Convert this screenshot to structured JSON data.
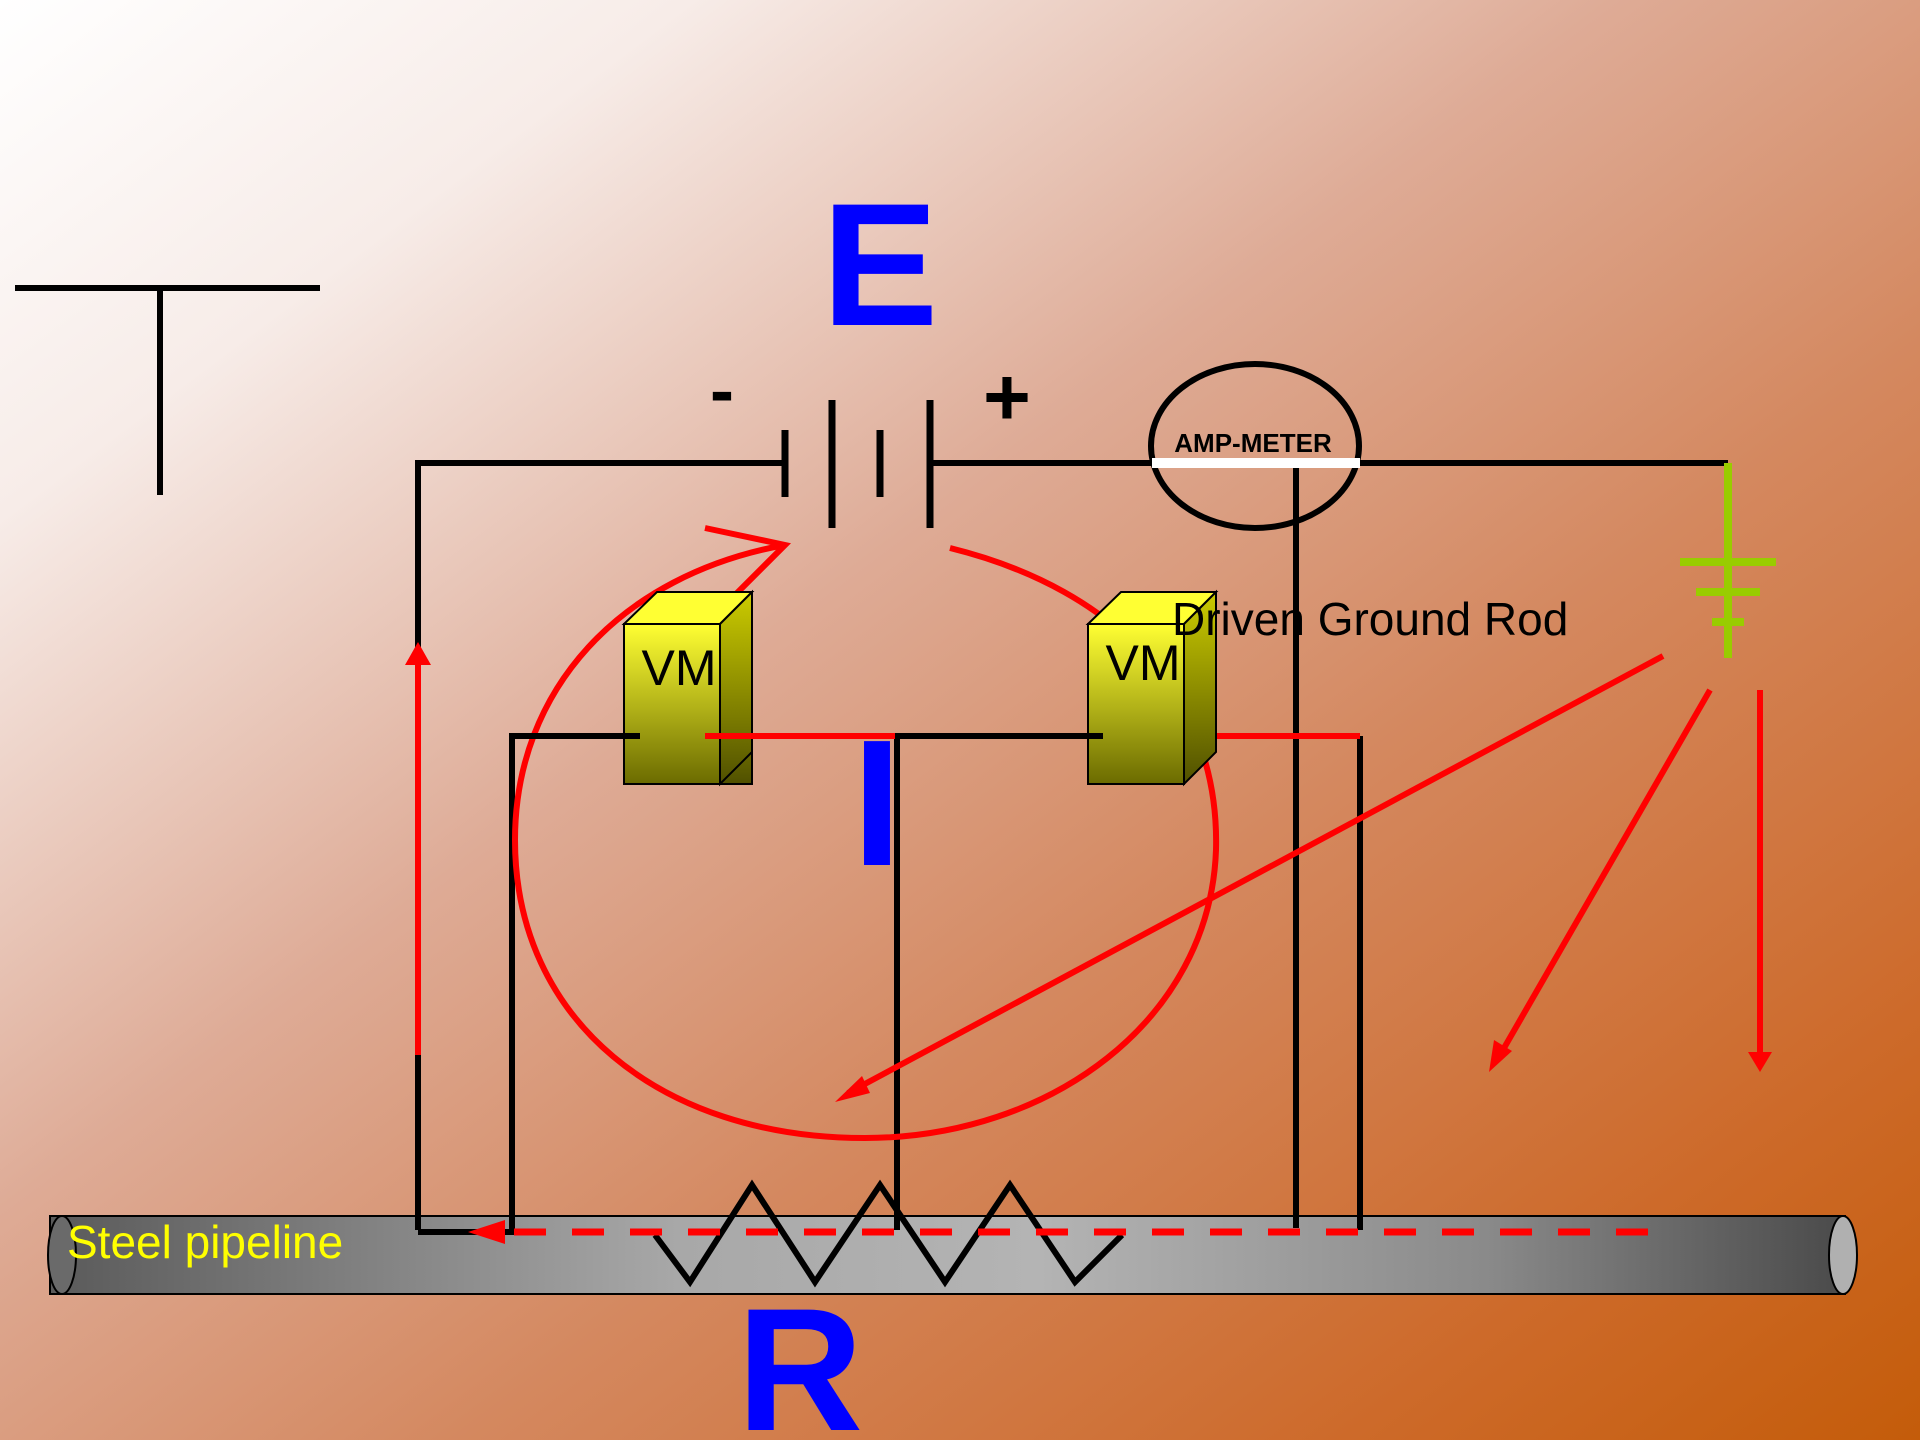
{
  "labels": {
    "emf": "E",
    "current": "I",
    "resistance": "R",
    "minus": "-",
    "plus": "+",
    "ammeter": "AMP-METER",
    "voltmeter_left": "VM",
    "voltmeter_right": "VM",
    "ground_rod": "Driven Ground Rod",
    "pipeline": "Steel pipeline"
  },
  "colors": {
    "background_light": "#ffffff",
    "background_dark": "#c8600e",
    "wire": "#000000",
    "current_flow": "#ff0000",
    "letters": "#0000ff",
    "ground_symbol": "#99cc00",
    "pipeline_label": "#ffff00",
    "voltmeter_top": "#ffff33",
    "voltmeter_bottom": "#6b6b00"
  }
}
